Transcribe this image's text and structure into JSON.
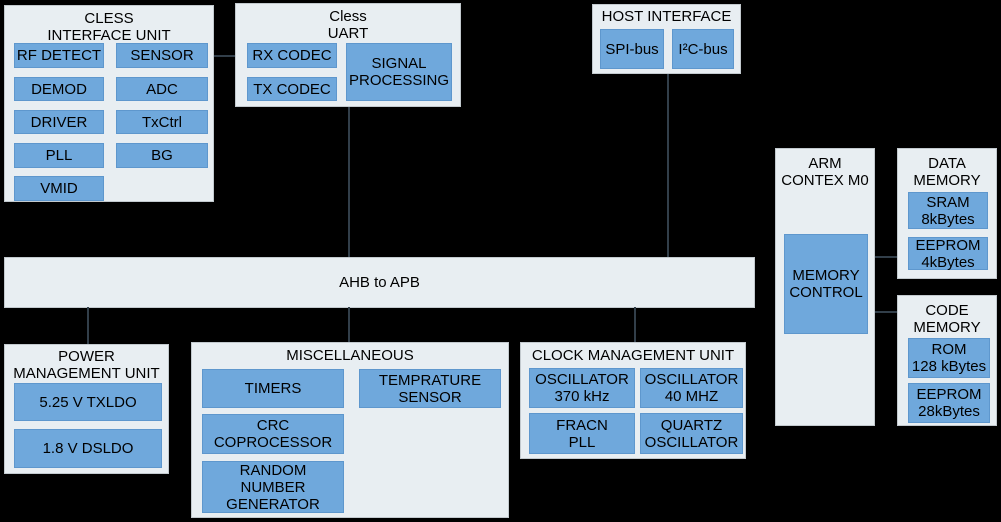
{
  "colors": {
    "background": "#000000",
    "container_fill": "#e8eef2",
    "container_border": "#c2c9ce",
    "block_fill": "#6fa8dc",
    "block_border": "#5e97cd",
    "connector": "#323f4a",
    "text": "#000000"
  },
  "blocks": {
    "cless_interface_unit": {
      "title": "CLESS\nINTERFACE UNIT",
      "items": [
        "RF DETECT",
        "SENSOR",
        "DEMOD",
        "ADC",
        "DRIVER",
        "TxCtrl",
        "PLL",
        "BG",
        "VMID"
      ]
    },
    "cless_uart": {
      "title": "Cless\nUART",
      "items": [
        "RX CODEC",
        "TX CODEC",
        "SIGNAL\nPROCESSING"
      ]
    },
    "host_interface": {
      "title": "HOST INTERFACE",
      "items": [
        "SPI-bus",
        "I²C-bus"
      ]
    },
    "arm_core": {
      "title": "ARM\nCONTEX M0",
      "items": [
        "MEMORY\nCONTROL"
      ]
    },
    "data_memory": {
      "title": "DATA\nMEMORY",
      "items": [
        "SRAM\n8kBytes",
        "EEPROM\n4kBytes"
      ]
    },
    "code_memory": {
      "title": "CODE\nMEMORY",
      "items": [
        "ROM\n128 kBytes",
        "EEPROM\n28kBytes"
      ]
    },
    "bus": {
      "label": "AHB to APB"
    },
    "power_management_unit": {
      "title": "POWER\nMANAGEMENT UNIT",
      "items": [
        "5.25 V TXLDO",
        "1.8 V DSLDO"
      ]
    },
    "miscellaneous": {
      "title": "MISCELLANEOUS",
      "items": [
        "TIMERS",
        "TEMPRATURE\nSENSOR",
        "CRC\nCOPROCESSOR",
        "RANDOM\nNUMBER\nGENERATOR"
      ]
    },
    "clock_management_unit": {
      "title": "CLOCK MANAGEMENT UNIT",
      "items": [
        "OSCILLATOR\n370 kHz",
        "OSCILLATOR\n40 MHZ",
        "FRACN\nPLL",
        "QUARTZ\nOSCILLATOR"
      ]
    }
  },
  "connections": [
    "cless_interface_unit - cless_uart",
    "cless_uart - bus",
    "host_interface - bus",
    "bus - power_management_unit",
    "bus - miscellaneous",
    "bus - clock_management_unit",
    "arm_core - data_memory",
    "arm_core - code_memory"
  ]
}
